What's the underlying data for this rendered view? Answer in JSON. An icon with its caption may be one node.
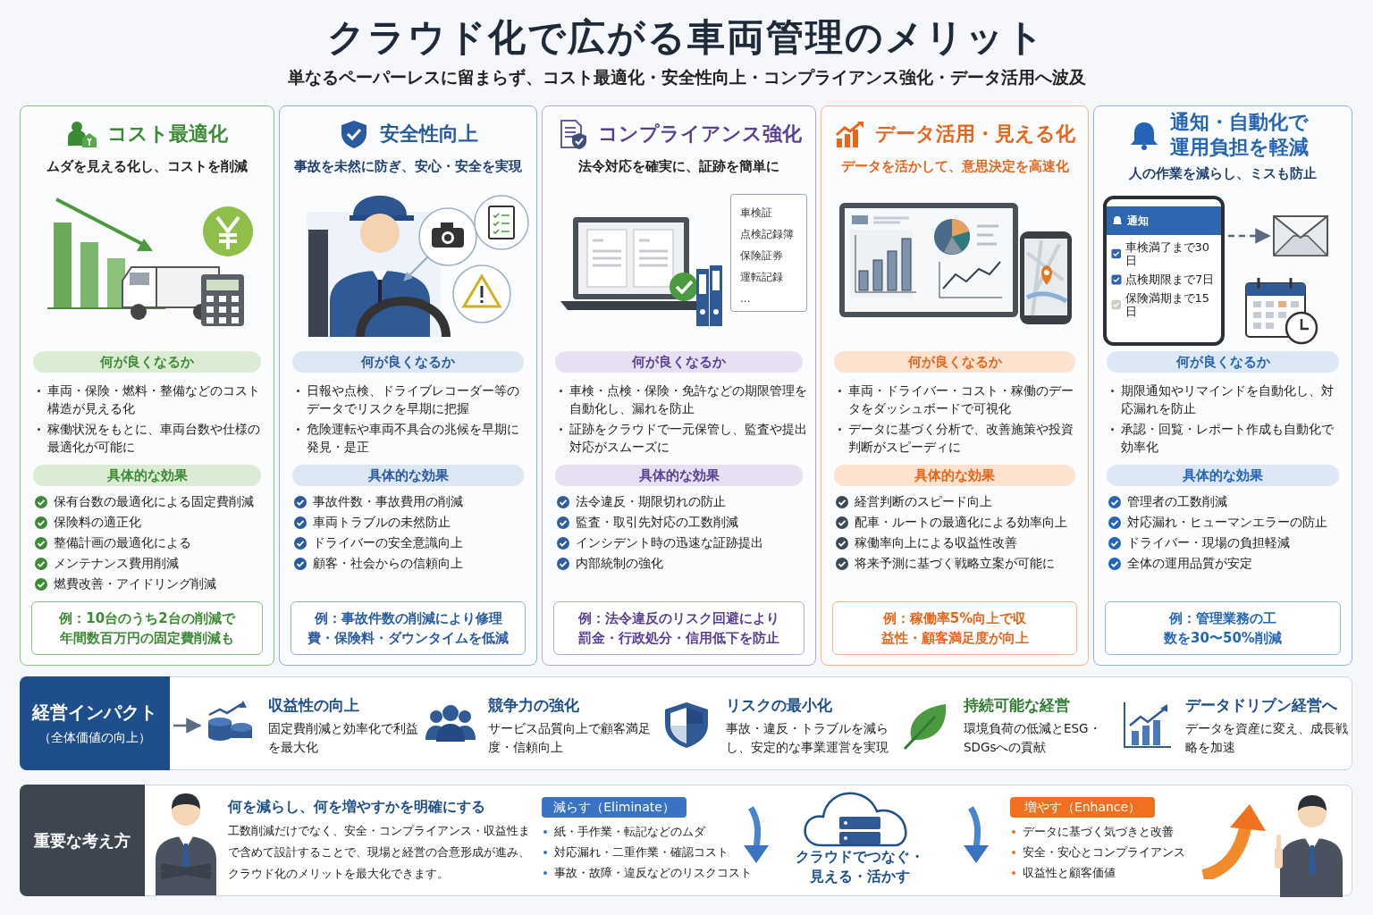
{
  "diagram": {
    "title": "クラウド化で広がる車両管理のメリット",
    "nodes": [
      {
        "text": [
          "コスト最適化",
          "ムダを見える化し、コストを削減",
          "車両・保険・燃料・整備などのコスト構造が見える化",
          "稼働状況をもとに、車両台数や仕様の最適化が可能に",
          "保有台数の最適化による固定費削減",
          "保険料の適正化",
          "整備計画の最適化による",
          "メンテナンス費用削減",
          "燃費改善・アイドリング削減"
        ]
      },
      {
        "text": [
          "何が良くなるか"
        ],
        "in": 0
      },
      {
        "text": [
          "具体的な効果"
        ],
        "in": 0
      },
      {
        "text": [
          "例：10台のうち2台の削減で年間数百万円の固定費削減も"
        ],
        "in": 0
      },
      {
        "text": [
          "安全性向上",
          "事故を未然に防ぎ、安心・安全を実現",
          "日報や点検、ドライブレコーダー等のデータでリスクを早期に把握",
          "危険運転や車両不具合の兆候を早期に発見・是正",
          "事故件数・事故費用の削減",
          "車両トラブルの未然防止",
          "ドライバーの安全意識向上",
          "顧客・社会からの信頼向上"
        ]
      },
      {
        "text": [
          "何が良くなるか"
        ],
        "in": 4
      },
      {
        "text": [
          "具体的な効果"
        ],
        "in": 4
      },
      {
        "text": [
          "例：事故件数の削減により修理費・保険料・ダウンタイムを低減"
        ],
        "in": 4
      },
      {
        "text": [
          "コンプライアンス強化",
          "法令対応を確実に、証跡を簡単に",
          "車検・点検・保険・免許などの期限管理を自動化し、漏れを防止",
          "証跡をクラウドで一元保管し、監査や提出対応がスムーズに",
          "法令違反・期限切れの防止",
          "監査・取引先対応の工数削減",
          "インシデント時の迅速な証跡提出",
          "内部統制の強化"
        ]
      },
      {
        "text": [
          "車検証",
          "点検記録簿",
          "保険証券",
          "運転記録",
          "…"
        ],
        "in": 8
      },
      {
        "text": [
          "何が良くなるか"
        ],
        "in": 8
      },
      {
        "text": [
          "具体的な効果"
        ],
        "in": 8
      },
      {
        "text": [
          "例：法令違反のリスク回避により罰金・行政処分・信用低下を防止"
        ],
        "in": 8
      },
      {
        "text": [
          "データ活用・見える化",
          "データを活かして、意思決定を高速化",
          "車両・ドライバー・コスト・稼働のデータをダッシュボードで可視化",
          "データに基づく分析で、改善施策や投資判断がスピーディに",
          "経営判断のスピード向上",
          "配車・ルートの最適化による効率向上",
          "稼働率向上による収益性改善",
          "将来予測に基づく戦略立案が可能に"
        ]
      },
      {
        "text": [
          "何が良くなるか"
        ],
        "in": 13
      },
      {
        "text": [
          "具体的な効果"
        ],
        "in": 13
      },
      {
        "text": [
          "例：稼働率5%向上で収益性・顧客満足度が向上"
        ],
        "in": 13
      },
      {
        "text": [
          "通知・自動化で運用負担を軽減",
          "人の作業を減らし、ミスも防止",
          "期限通知やリマインドを自動化し、対応漏れを防止",
          "承認・回覧・レポート作成も自動化で効率化",
          "管理者の工数削減",
          "対応漏れ・ヒューマンエラーの防止",
          "ドライバー・現場の負担軽減",
          "全体の運用品質が安定"
        ]
      },
      {
        "text": [
          "通知",
          "車検満了まで30日",
          "点検期限まで7日",
          "保険満期まで15日"
        ],
        "in": 17
      },
      {
        "text": [],
        "shape": "picture",
        "in": 17
      },
      {
        "text": [
          "何が良くなるか"
        ],
        "in": 17
      },
      {
        "text": [
          "具体的な効果"
        ],
        "in": 17
      },
      {
        "text": [
          "例：管理業務の工数を30〜50%削減"
        ],
        "in": 17
      },
      {
        "text": [
          "経営インパクト",
          "（全体価値の向上）"
        ]
      },
      {
        "text": [
          "収益性の向上",
          "固定費削減と効率化で利益を最大化"
        ]
      },
      {
        "text": [
          "競争力の強化",
          "サービス品質向上で顧客満足度・信頼向上"
        ]
      },
      {
        "text": [
          "リスクの最小化",
          "事故・違反・トラブルを減らし、安定的な事業運営を実現"
        ]
      },
      {
        "text": [
          "持続可能な経営",
          "環境負荷の低減とESG・SDGsへの貢献"
        ]
      },
      {
        "text": [
          "データドリブン経営へ",
          "データを資産に変え、成長戦略を加速"
        ]
      },
      {
        "text": [
          "重要な考え方"
        ]
      },
      {
        "text": [
          "減らす（Eliminate）"
        ],
        "beside": [
          "紙・手作業・転記などのムダ",
          "対応漏れ・二重作業・確認コスト",
          "事故・故障・違反などのリスクコスト"
        ]
      },
      {
        "text": [
          "クラウドでつなぐ・見える・活かす"
        ]
      },
      {
        "text": [
          "増やす（Enhance）"
        ],
        "beside": [
          "データに基づく気づきと改善",
          "安全・安心とコンプライアンス",
          "収益性と顧客価値"
        ]
      }
    ],
    "edges": [
      {
        "from": 18,
        "to": 19,
        "arrow": "to",
        "style": "dashed"
      },
      {
        "from": 23,
        "to": 24,
        "arrow": "to"
      }
    ],
    "labels": [
      "単なるペーパーレスに留まらず、コスト最適化・安全性向上・コンプライアンス強化・データ活用へ波及",
      "何を減らし、何を増やすかを明確にする",
      "工数削減だけでなく、安全・コンプライアンス・収益性まで含めて設計することで、現場と経営の合意形成が進み、クラウド化のメリットを最大化できます。"
    ]
  }
}
